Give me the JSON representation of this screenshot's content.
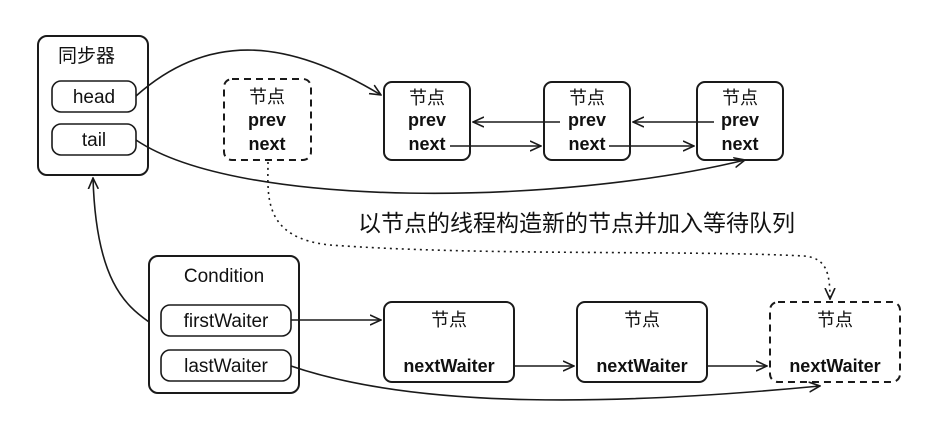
{
  "sync": {
    "title": "同步器",
    "head": "head",
    "tail": "tail"
  },
  "sync_queue": {
    "node_title": "节点",
    "prev": "prev",
    "next": "next"
  },
  "condition": {
    "title": "Condition",
    "first_waiter": "firstWaiter",
    "last_waiter": "lastWaiter"
  },
  "wait_queue": {
    "node_title": "节点",
    "next_waiter": "nextWaiter"
  },
  "caption": "以节点的线程构造新的节点并加入等待队列"
}
